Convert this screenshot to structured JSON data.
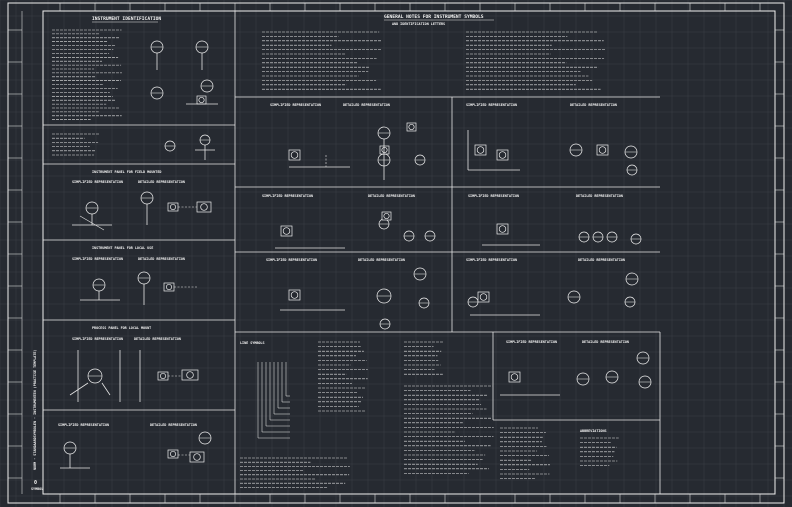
{
  "sheet": {
    "side_title": "NORM - STANDAARDSYMBOLEN - INSTRUMENTEN (PRACTISE TEMPLATE)",
    "sheet_number_label": "0",
    "sheet_number": "SYMBOL"
  },
  "sections": {
    "identification": "INSTRUMENT IDENTIFICATION",
    "general_notes_title": "GENERAL NOTES FOR INSTRUMENT SYMBOLS",
    "general_notes_sub": "AND IDENTIFICATION LETTERS",
    "panel_board": "INSTRUMENT PANEL FOR FIELD MOUNTED",
    "panel_local": "INSTRUMENT PANEL FOR LOCAL USE",
    "process_panel": "PROCESS PANEL FOR LOCAL MOUNT",
    "simplified": "SIMPLIFIED REPRESENTATION",
    "detailed": "DETAILED REPRESENTATION",
    "line_symbols": "LINE SYMBOLS",
    "abbreviations": "ABBREVIATIONS"
  }
}
